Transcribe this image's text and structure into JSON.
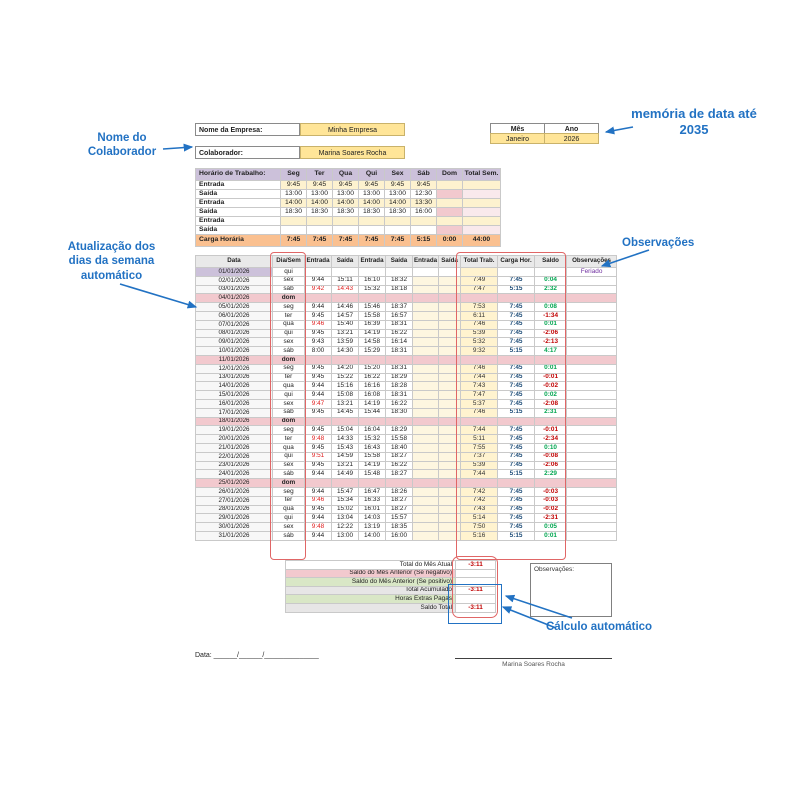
{
  "colors": {
    "accent_blue": "#2272c3",
    "annotation_red": "#e06666",
    "header_purple": "#ccc1da",
    "value_yellow": "#ffe598",
    "dom_pink": "#f2c9ce",
    "carga_orange": "#fac090",
    "positive_green": "#00a550",
    "negative_red": "#c00000"
  },
  "callouts": {
    "nome_colaborador": "Nome do Colaborador",
    "memoria_data": "memória de data até 2035",
    "atualizacao_dias": "Atualização dos dias da semana automático",
    "observacoes": "Observações",
    "calculo_automatico": "Cálculo automático"
  },
  "company": {
    "empresa_label": "Nome da Empresa:",
    "empresa_value": "Minha Empresa",
    "colaborador_label": "Colaborador:",
    "colaborador_value": "Marina Soares Rocha"
  },
  "period": {
    "mes_label": "Mês",
    "ano_label": "Ano",
    "mes_value": "Janeiro",
    "ano_value": "2026"
  },
  "schedule": {
    "title": "Horário de Trabalho:",
    "days": [
      "Seg",
      "Ter",
      "Qua",
      "Qui",
      "Sex",
      "Sáb",
      "Dom"
    ],
    "total_header": "Total Sem.",
    "rows": [
      {
        "label": "Entrada",
        "values": [
          "9:45",
          "9:45",
          "9:45",
          "9:45",
          "9:45",
          "9:45",
          ""
        ]
      },
      {
        "label": "Saída",
        "values": [
          "13:00",
          "13:00",
          "13:00",
          "13:00",
          "13:00",
          "12:30",
          ""
        ]
      },
      {
        "label": "Entrada",
        "values": [
          "14:00",
          "14:00",
          "14:00",
          "14:00",
          "14:00",
          "13:30",
          ""
        ]
      },
      {
        "label": "Saída",
        "values": [
          "18:30",
          "18:30",
          "18:30",
          "18:30",
          "18:30",
          "16:00",
          ""
        ]
      },
      {
        "label": "Entrada",
        "values": [
          "",
          "",
          "",
          "",
          "",
          "",
          ""
        ]
      },
      {
        "label": "Saída",
        "values": [
          "",
          "",
          "",
          "",
          "",
          "",
          ""
        ]
      }
    ],
    "carga": {
      "label": "Carga Horária",
      "values": [
        "7:45",
        "7:45",
        "7:45",
        "7:45",
        "7:45",
        "5:15",
        "0:00"
      ],
      "total": "44:00"
    }
  },
  "timesheet": {
    "headers": [
      "Data",
      "Dia/Sem",
      "Entrada",
      "Saída",
      "Entrada",
      "Saída",
      "Entrada",
      "Saída",
      "Total Trab.",
      "Carga Hor.",
      "Saldo",
      "Observações"
    ],
    "rows": [
      {
        "date": "01/01/2026",
        "day": "qui",
        "type": "holiday",
        "obs": "Feriado"
      },
      {
        "date": "02/01/2026",
        "day": "sex",
        "times": [
          "9:44",
          "15:11",
          "16:10",
          "18:32"
        ],
        "total": "7:49",
        "carga": "7:45",
        "saldo": "0:04"
      },
      {
        "date": "03/01/2026",
        "day": "sáb",
        "times": [
          "9:42",
          "14:43",
          "15:32",
          "18:18"
        ],
        "red": [
          0,
          1
        ],
        "total": "7:47",
        "carga": "5:15",
        "saldo": "2:32"
      },
      {
        "date": "04/01/2026",
        "day": "dom",
        "type": "dom"
      },
      {
        "date": "05/01/2026",
        "day": "seg",
        "times": [
          "9:44",
          "14:46",
          "15:46",
          "18:37"
        ],
        "total": "7:53",
        "carga": "7:45",
        "saldo": "0:08"
      },
      {
        "date": "06/01/2026",
        "day": "ter",
        "times": [
          "9:45",
          "14:57",
          "15:58",
          "16:57"
        ],
        "total": "6:11",
        "carga": "7:45",
        "saldo": "-1:34"
      },
      {
        "date": "07/01/2026",
        "day": "qua",
        "times": [
          "9:46",
          "15:40",
          "16:39",
          "18:31"
        ],
        "red": [
          0
        ],
        "total": "7:46",
        "carga": "7:45",
        "saldo": "0:01"
      },
      {
        "date": "08/01/2026",
        "day": "qui",
        "times": [
          "9:45",
          "13:21",
          "14:19",
          "16:22"
        ],
        "total": "5:39",
        "carga": "7:45",
        "saldo": "-2:06"
      },
      {
        "date": "09/01/2026",
        "day": "sex",
        "times": [
          "9:43",
          "13:59",
          "14:58",
          "16:14"
        ],
        "total": "5:32",
        "carga": "7:45",
        "saldo": "-2:13"
      },
      {
        "date": "10/01/2026",
        "day": "sáb",
        "times": [
          "8:00",
          "14:30",
          "15:29",
          "18:31"
        ],
        "total": "9:32",
        "carga": "5:15",
        "saldo": "4:17"
      },
      {
        "date": "11/01/2026",
        "day": "dom",
        "type": "dom"
      },
      {
        "date": "12/01/2026",
        "day": "seg",
        "times": [
          "9:45",
          "14:20",
          "15:20",
          "18:31"
        ],
        "total": "7:46",
        "carga": "7:45",
        "saldo": "0:01"
      },
      {
        "date": "13/01/2026",
        "day": "ter",
        "times": [
          "9:45",
          "15:22",
          "16:22",
          "18:29"
        ],
        "total": "7:44",
        "carga": "7:45",
        "saldo": "-0:01"
      },
      {
        "date": "14/01/2026",
        "day": "qua",
        "times": [
          "9:44",
          "15:16",
          "16:16",
          "18:28"
        ],
        "total": "7:43",
        "carga": "7:45",
        "saldo": "-0:02"
      },
      {
        "date": "15/01/2026",
        "day": "qui",
        "times": [
          "9:44",
          "15:08",
          "16:08",
          "18:31"
        ],
        "total": "7:47",
        "carga": "7:45",
        "saldo": "0:02"
      },
      {
        "date": "16/01/2026",
        "day": "sex",
        "times": [
          "9:47",
          "13:21",
          "14:19",
          "16:22"
        ],
        "red": [
          0
        ],
        "total": "5:37",
        "carga": "7:45",
        "saldo": "-2:08"
      },
      {
        "date": "17/01/2026",
        "day": "sáb",
        "times": [
          "9:45",
          "14:45",
          "15:44",
          "18:30"
        ],
        "total": "7:46",
        "carga": "5:15",
        "saldo": "2:31"
      },
      {
        "date": "18/01/2026",
        "day": "dom",
        "type": "dom"
      },
      {
        "date": "19/01/2026",
        "day": "seg",
        "times": [
          "9:45",
          "15:04",
          "16:04",
          "18:29"
        ],
        "total": "7:44",
        "carga": "7:45",
        "saldo": "-0:01"
      },
      {
        "date": "20/01/2026",
        "day": "ter",
        "times": [
          "9:48",
          "14:33",
          "15:32",
          "15:58"
        ],
        "red": [
          0
        ],
        "total": "5:11",
        "carga": "7:45",
        "saldo": "-2:34"
      },
      {
        "date": "21/01/2026",
        "day": "qua",
        "times": [
          "9:45",
          "15:43",
          "16:43",
          "18:40"
        ],
        "total": "7:55",
        "carga": "7:45",
        "saldo": "0:10"
      },
      {
        "date": "22/01/2026",
        "day": "qui",
        "times": [
          "9:51",
          "14:59",
          "15:58",
          "18:27"
        ],
        "red": [
          0
        ],
        "total": "7:37",
        "carga": "7:45",
        "saldo": "-0:08"
      },
      {
        "date": "23/01/2026",
        "day": "sex",
        "times": [
          "9:45",
          "13:21",
          "14:19",
          "16:22"
        ],
        "total": "5:39",
        "carga": "7:45",
        "saldo": "-2:06"
      },
      {
        "date": "24/01/2026",
        "day": "sáb",
        "times": [
          "9:44",
          "14:49",
          "15:48",
          "18:27"
        ],
        "total": "7:44",
        "carga": "5:15",
        "saldo": "2:29"
      },
      {
        "date": "25/01/2026",
        "day": "dom",
        "type": "dom"
      },
      {
        "date": "26/01/2026",
        "day": "seg",
        "times": [
          "9:44",
          "15:47",
          "16:47",
          "18:26"
        ],
        "total": "7:42",
        "carga": "7:45",
        "saldo": "-0:03"
      },
      {
        "date": "27/01/2026",
        "day": "ter",
        "times": [
          "9:46",
          "15:34",
          "16:33",
          "18:27"
        ],
        "red": [
          0
        ],
        "total": "7:42",
        "carga": "7:45",
        "saldo": "-0:03"
      },
      {
        "date": "28/01/2026",
        "day": "qua",
        "times": [
          "9:45",
          "15:02",
          "16:01",
          "18:27"
        ],
        "total": "7:43",
        "carga": "7:45",
        "saldo": "-0:02"
      },
      {
        "date": "29/01/2026",
        "day": "qui",
        "times": [
          "9:44",
          "13:04",
          "14:03",
          "15:57"
        ],
        "total": "5:14",
        "carga": "7:45",
        "saldo": "-2:31"
      },
      {
        "date": "30/01/2026",
        "day": "sex",
        "times": [
          "9:48",
          "12:22",
          "13:19",
          "18:35"
        ],
        "red": [
          0
        ],
        "total": "7:50",
        "carga": "7:45",
        "saldo": "0:05"
      },
      {
        "date": "31/01/2026",
        "day": "sáb",
        "times": [
          "9:44",
          "13:00",
          "14:00",
          "16:00"
        ],
        "total": "5:16",
        "carga": "5:15",
        "saldo": "0:01"
      }
    ]
  },
  "summary": {
    "rows": [
      {
        "label": "Total do Mês Atual",
        "value": "-3:11",
        "bg": "white"
      },
      {
        "label": "Saldo do Mês Anterior (Se negativo)",
        "value": "",
        "bg": "pink"
      },
      {
        "label": "Saldo do Mês Anterior (Se positivo)",
        "value": "",
        "bg": "green"
      },
      {
        "label": "Total Acumulado",
        "value": "-3:11",
        "bg": "gray"
      },
      {
        "label": "Horas Extras Pagas",
        "value": "",
        "bg": "green"
      },
      {
        "label": "Saldo Total",
        "value": "-3:11",
        "bg": "gray"
      }
    ]
  },
  "notes_box": {
    "label": "Observações:"
  },
  "footer": {
    "date_label": "Data: ______/______/______________",
    "signature_name": "Marina Soares Rocha"
  }
}
